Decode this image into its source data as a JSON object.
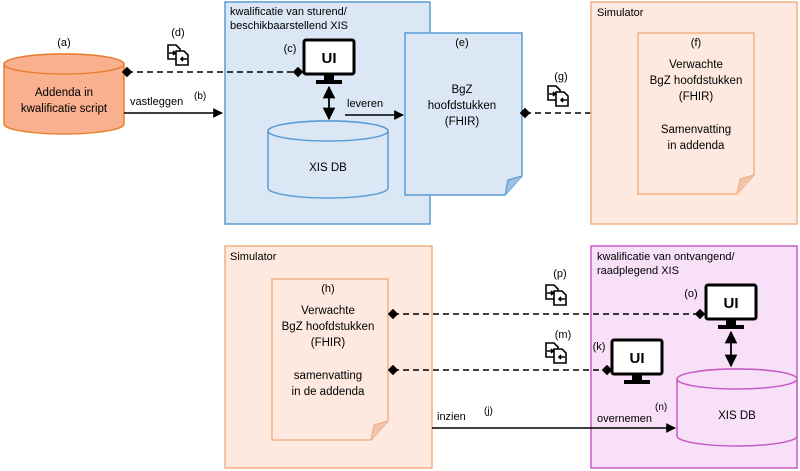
{
  "colors": {
    "blue_fill": "#dbe7f4",
    "blue_stroke": "#5b9bd5",
    "orange_fill": "#fde9e0",
    "orange_stroke": "#f4b183",
    "purple_fill": "#f8e0f8",
    "purple_stroke": "#c65ac6",
    "cyl_orange": "#f8b08e",
    "cyl_orange_stroke": "#ed7d31",
    "line": "#000000"
  },
  "icons": {
    "ui_monitor": "monitor-with-ui-text-icon",
    "exchange": "document-exchange-icon"
  },
  "top_left": {
    "cylinder_label": "(a)",
    "cylinder_line1": "Addenda in",
    "cylinder_line2": "kwalificatie script",
    "exchange_label": "(d)",
    "vastleggen": "vastleggen",
    "vastleggen_label": "(b)"
  },
  "sending_system": {
    "title_line1": "kwalificatie van sturend/",
    "title_line2": "beschikbaarstellend XIS",
    "ui_label": "(c)",
    "ui_text": "UI",
    "db_label": "XIS DB",
    "leveren": "leveren"
  },
  "document_e": {
    "label": "(e)",
    "line1": "BgZ",
    "line2": "hoofdstukken",
    "line3": "(FHIR)"
  },
  "exchange_g": {
    "label": "(g)"
  },
  "simulator_top": {
    "title": "Simulator",
    "doc_label": "(f)",
    "line1": "Verwachte",
    "line2": "BgZ hoofdstukken",
    "line3": "(FHIR)",
    "line4": "Samenvatting",
    "line5": "in addenda"
  },
  "simulator_bottom": {
    "title": "Simulator",
    "doc_label": "(h)",
    "line1": "Verwachte",
    "line2": "BgZ hoofdstukken",
    "line3": "(FHIR)",
    "line4": "samenvatting",
    "line5": "in de addenda",
    "inzien": "inzien",
    "inzien_label": "(j)"
  },
  "receiving_system": {
    "title_line1": "kwalificatie van ontvangend/",
    "title_line2": "raadplegend XIS",
    "ui_o_label": "(o)",
    "ui_k_label": "(k)",
    "ui_text": "UI",
    "exchange_p_label": "(p)",
    "exchange_m_label": "(m)",
    "db_label": "XIS DB",
    "overnemen": "overnemen",
    "overnemen_label": "(n)"
  }
}
